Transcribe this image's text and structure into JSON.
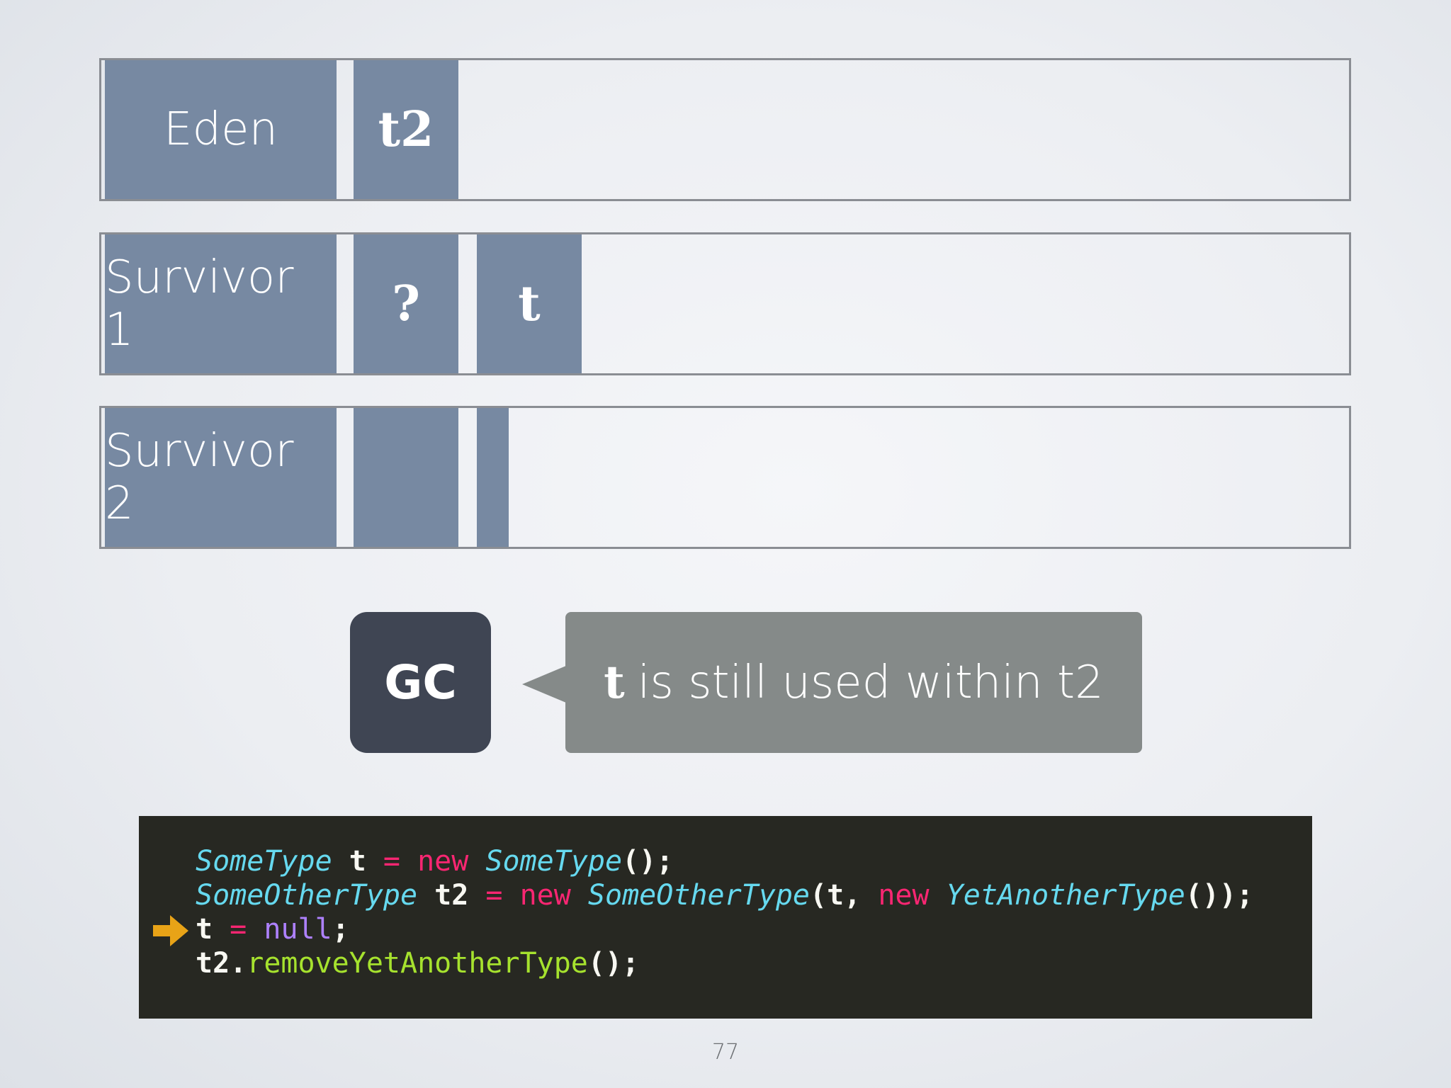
{
  "rows": {
    "eden": {
      "label": "Eden",
      "objects": [
        "t2"
      ]
    },
    "survivor1": {
      "label": "Survivor 1",
      "objects": [
        "?",
        "t"
      ]
    },
    "survivor2": {
      "label": "Survivor 2",
      "objects": [
        "",
        ""
      ]
    }
  },
  "gc": {
    "label": "GC"
  },
  "callout": {
    "keyword": "t",
    "text": "is still used within t2"
  },
  "code": {
    "line1": {
      "type1": "SomeType",
      "var1": " t ",
      "eq": "=",
      "new1": " new ",
      "type2": "SomeType",
      "rest": "();"
    },
    "line2": {
      "type1": "SomeOtherType",
      "var1": " t2 ",
      "eq": "=",
      "new1": " new ",
      "type2": "SomeOtherType",
      "mid": "(t, ",
      "new2": "new ",
      "type3": "YetAnotherType",
      "rest": "());"
    },
    "line3": {
      "var1": "t ",
      "eq": "=",
      "sp": " ",
      "null": "null",
      "rest": ";"
    },
    "line4": {
      "obj": "t2.",
      "method": "removeYetAnotherType",
      "rest": "();"
    }
  },
  "icons": {
    "current_line": "arrow-right-icon",
    "arrow_color": "#e8a317"
  },
  "page_number": "77"
}
